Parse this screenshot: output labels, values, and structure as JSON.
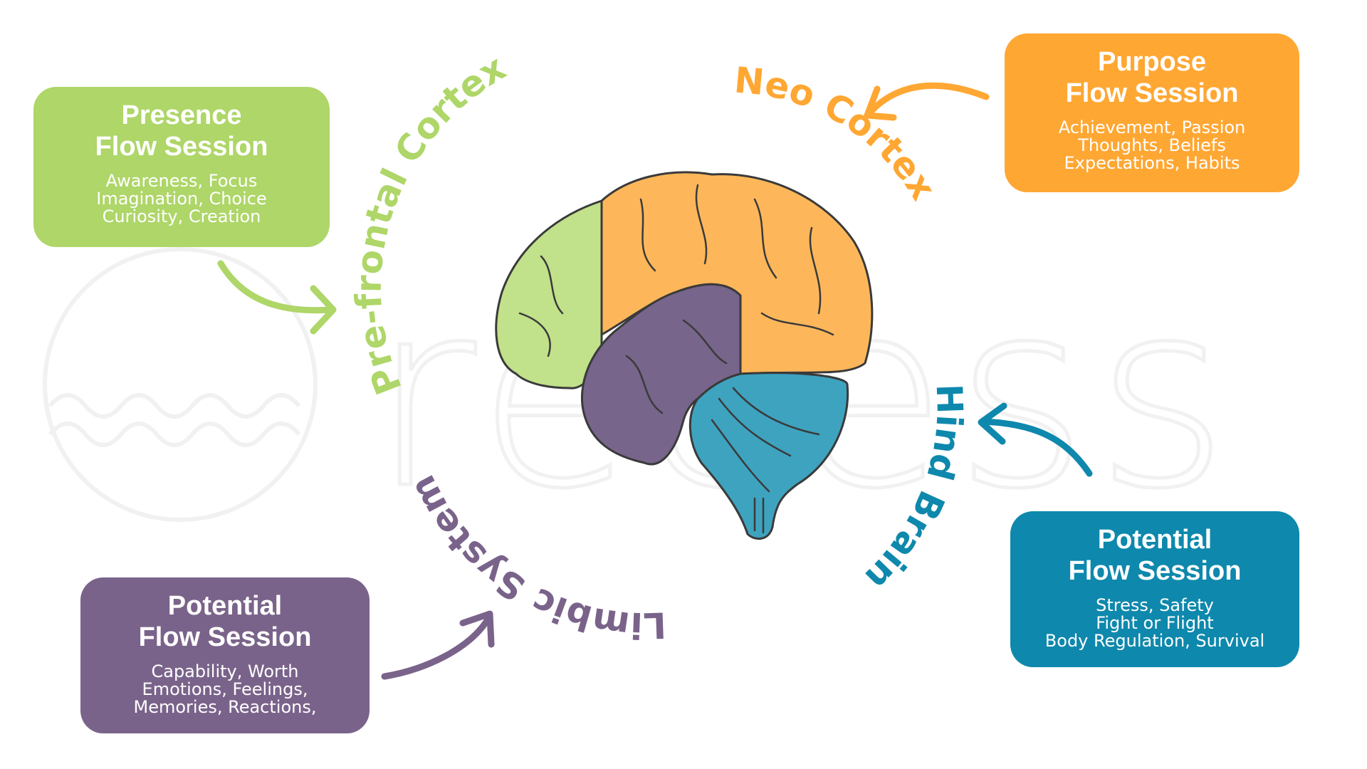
{
  "colors": {
    "presence": "#aed668",
    "purpose": "#ffa733",
    "limbic": "#7a638a",
    "hind": "#0e88ac",
    "brain_prefrontal": "#c1e18a",
    "brain_neocortex": "#fdb75a",
    "brain_limbic": "#77658b",
    "brain_hind": "#3ea3bf",
    "outline": "#3a3a3a",
    "watermark": "#f1f1f1"
  },
  "watermark": {
    "text": "recess"
  },
  "regions": {
    "prefrontal": {
      "label": "Pre-frontal Cortex"
    },
    "neocortex": {
      "label": "Neo Cortex"
    },
    "limbic": {
      "label": "Limbic System"
    },
    "hind": {
      "label": "Hind Brain"
    }
  },
  "boxes": {
    "presence": {
      "title_line1": "Presence",
      "title_line2": "Flow Session",
      "items": [
        "Awareness, Focus",
        "Imagination, Choice",
        "Curiosity, Creation"
      ]
    },
    "purpose": {
      "title_line1": "Purpose",
      "title_line2": "Flow Session",
      "items": [
        "Achievement, Passion",
        "Thoughts, Beliefs",
        "Expectations, Habits"
      ]
    },
    "limbic": {
      "title_line1": "Potential",
      "title_line2": "Flow Session",
      "items": [
        "Capability, Worth",
        "Emotions, Feelings,",
        "Memories, Reactions,"
      ]
    },
    "hind": {
      "title_line1": "Potential",
      "title_line2": "Flow Session",
      "items": [
        "Stress, Safety",
        "Fight or Flight",
        "Body Regulation, Survival"
      ]
    }
  }
}
